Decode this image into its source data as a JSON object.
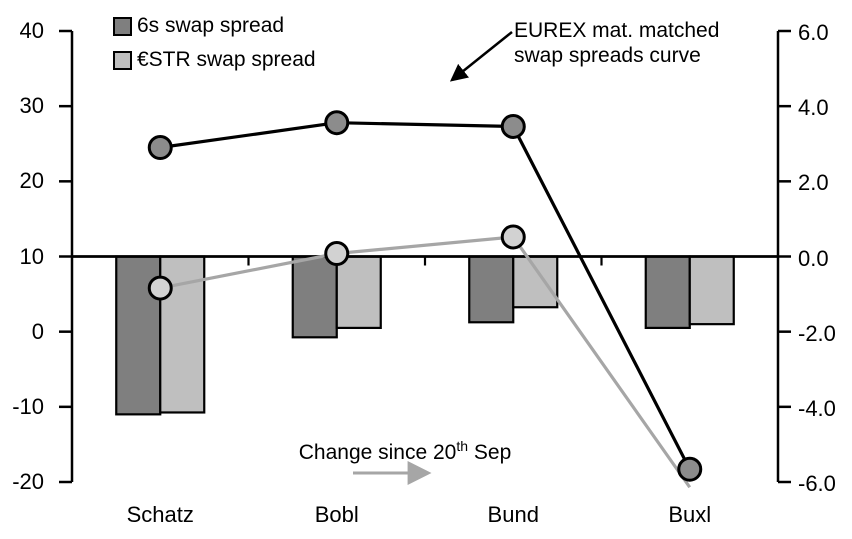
{
  "legend": {
    "items": [
      {
        "label": "6s swap spread",
        "color": "#7f7f7f"
      },
      {
        "label": "€STR swap spread",
        "color": "#bfbfbf"
      }
    ]
  },
  "annotations": {
    "curve": {
      "line1": "EUREX mat. matched",
      "line2": "swap spreads curve"
    },
    "change": {
      "prefix": "Change since 20",
      "sup": "th",
      "suffix": " Sep"
    }
  },
  "axes": {
    "left": {
      "ticks": [
        "40",
        "30",
        "20",
        "10",
        "0",
        "-10",
        "-20"
      ],
      "values": [
        40,
        30,
        20,
        10,
        0,
        -10,
        -20
      ],
      "range": [
        -20,
        40
      ]
    },
    "right": {
      "ticks": [
        "6.0",
        "4.0",
        "2.0",
        "0.0",
        "-2.0",
        "-4.0",
        "-6.0"
      ],
      "values": [
        6,
        4,
        2,
        0,
        -2,
        -4,
        -6
      ],
      "range": [
        -6,
        6
      ]
    },
    "categories": [
      "Schatz",
      "Bobl",
      "Bund",
      "Buxl"
    ]
  },
  "colors": {
    "bar_dark": "#7f7f7f",
    "bar_light": "#bfbfbf",
    "line_black": "#000000",
    "line_gray": "#a6a6a6",
    "marker_dark_fill": "#8c8c8c",
    "marker_light_fill": "#d2d2d2",
    "axis": "#000000"
  },
  "chart_data": [
    {
      "type": "bar",
      "axis": "right",
      "title": "Change since 20th Sep",
      "categories": [
        "Schatz",
        "Bobl",
        "Bund",
        "Buxl"
      ],
      "series": [
        {
          "name": "6s swap spread",
          "values": [
            -4.2,
            -2.15,
            -1.75,
            -1.9
          ],
          "color": "#7f7f7f"
        },
        {
          "name": "€STR swap spread",
          "values": [
            -4.15,
            -1.9,
            -1.35,
            -1.8
          ],
          "color": "#bfbfbf"
        }
      ],
      "baseline": 0,
      "ylim": [
        -6,
        6
      ],
      "grid": false,
      "legend_position": "top-left"
    },
    {
      "type": "line",
      "axis": "left",
      "title": "EUREX mat. matched swap spreads curve",
      "categories": [
        "Schatz",
        "Bobl",
        "Bund",
        "Buxl"
      ],
      "series": [
        {
          "name": "6s swap spread",
          "values": [
            24.5,
            27.8,
            27.3,
            -18.3
          ],
          "color": "#000000",
          "marker_fill": "#8c8c8c",
          "markers": [
            true,
            true,
            true,
            true
          ]
        },
        {
          "name": "€STR swap spread",
          "values": [
            5.8,
            10.4,
            12.6,
            -20.7
          ],
          "color": "#a6a6a6",
          "marker_fill": "#d2d2d2",
          "markers": [
            true,
            true,
            true,
            false
          ]
        }
      ],
      "ylim": [
        -20,
        40
      ],
      "grid": false
    }
  ]
}
